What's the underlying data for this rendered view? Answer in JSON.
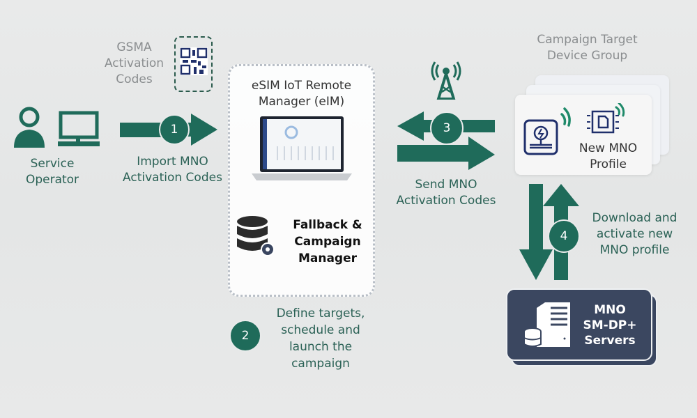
{
  "gsma": {
    "label_lines": [
      "GSMA",
      "Activation",
      "Codes"
    ]
  },
  "operator": {
    "label_lines": [
      "Service",
      "Operator"
    ]
  },
  "step1": {
    "number": "1",
    "label_lines": [
      "Import MNO",
      "Activation Codes"
    ]
  },
  "eim": {
    "title_lines": [
      "eSIM IoT Remote",
      "Manager (eIM)"
    ],
    "manager_lines": [
      "Fallback &",
      "Campaign",
      "Manager"
    ]
  },
  "step2": {
    "number": "2",
    "label_lines": [
      "Define targets,",
      "schedule and",
      "launch the",
      "campaign"
    ]
  },
  "step3": {
    "number": "3",
    "label_lines": [
      "Send MNO",
      "Activation Codes"
    ]
  },
  "devices": {
    "group_lines": [
      "Campaign Target",
      "Device Group"
    ],
    "profile_lines": [
      "New MNO",
      "Profile"
    ]
  },
  "step4": {
    "number": "4",
    "label_lines": [
      "Download and",
      "activate new",
      "MNO profile"
    ]
  },
  "server": {
    "label_lines": [
      "MNO",
      "SM-DP+",
      "Servers"
    ]
  },
  "colors": {
    "green": "#1f6b5a",
    "navy": "#3a4660",
    "icon_navy": "#1f2f6b"
  }
}
